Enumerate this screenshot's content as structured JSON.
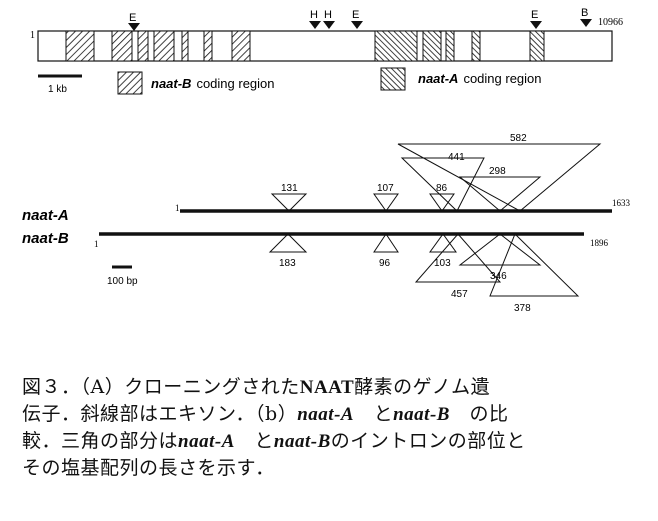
{
  "gene_map": {
    "start_label": "1",
    "end_label": "10966",
    "sites": [
      {
        "label": "E"
      },
      {
        "label": "H"
      },
      {
        "label": "H"
      },
      {
        "label": "E"
      },
      {
        "label": "E"
      },
      {
        "label": "B"
      }
    ],
    "scale_label": "1 kb",
    "legend": {
      "naat_b": "naat-B",
      "naat_a": "naat-A",
      "coding_suffix": "coding region"
    }
  },
  "intron_map": {
    "naat_a_label": "naat-A",
    "naat_b_label": "naat-B",
    "naat_a_start": "1",
    "naat_a_end": "1633",
    "naat_b_start": "1",
    "naat_b_end": "1896",
    "scale_label": "100 bp",
    "naat_a_introns": [
      "131",
      "107",
      "86",
      "441",
      "298",
      "582"
    ],
    "naat_b_introns": [
      "183",
      "96",
      "103",
      "346",
      "457",
      "378"
    ]
  },
  "caption": {
    "line1": "図３．（A）クローニングされた",
    "line1_bold": "NAAT",
    "line1_rest": "酵素のゲノム遺",
    "line2_a": "伝子．斜線部はエキソン．（b）",
    "line2_it1": "naat-A",
    "line2_mid": "　と",
    "line2_it2": "naat-B",
    "line2_end": "　の比",
    "line3_a": "較．三角の部分は",
    "line3_it1": "naat-A",
    "line3_mid": "　と",
    "line3_it2": "naat-B",
    "line3_end": "のイントロンの部位と",
    "line4": "その塩基配列の長さを示す．"
  }
}
